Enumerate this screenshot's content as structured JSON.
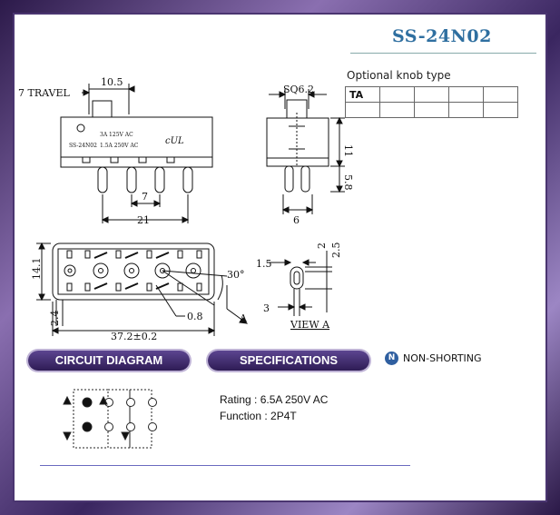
{
  "model": "SS-24N02",
  "knob": {
    "label": "Optional knob type",
    "cells": [
      "TA",
      "",
      "",
      "",
      "",
      ""
    ]
  },
  "drawing": {
    "travel": "7 TRAVEL",
    "dim_10_5": "10.5",
    "dim_7": "7",
    "dim_21": "21",
    "rating1": "3A 125V AC",
    "rating2": "1.5A 250V AC",
    "part": "SS-24N02",
    "sq": "SQ6.2",
    "dim_11": "11",
    "dim_5_8": "5.8",
    "dim_6": "6",
    "dim_14_1": "14.1",
    "dim_30": "30°",
    "dim_2_4": "2.4",
    "dim_0_8": "0.8",
    "dim_37": "37.2±0.2",
    "arrow_a": "A",
    "dim_1_5": "1.5",
    "dim_2": "2",
    "dim_2_5": "2.5",
    "dim_3": "3",
    "view_a": "VIEW A"
  },
  "sections": {
    "circuit": "CIRCUIT DIAGRAM",
    "spec": "SPECIFICATIONS"
  },
  "non_shorting": {
    "label": "NON-SHORTING",
    "icon": "N"
  },
  "specs": {
    "rating": "Rating : 6.5A 250V AC",
    "function": "Function : 2P4T"
  }
}
